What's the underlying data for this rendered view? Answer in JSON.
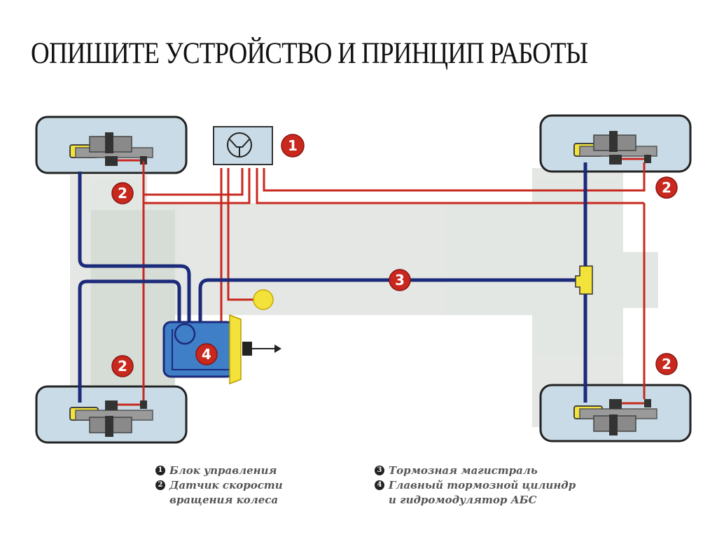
{
  "slide": {
    "title": "ОПИШИТЕ УСТРОЙСТВО И ПРИНЦИП РАБОТЫ"
  },
  "diagram": {
    "subject": "ABS brake system layout",
    "callouts": {
      "control_unit": "1",
      "speed_sensor": "2",
      "brake_line": "3",
      "master_cylinder": "4"
    },
    "colors": {
      "brake_line": "#1c2a7a",
      "sensor_wire": "#c8281e",
      "callout_fill": "#c8281e",
      "wheel_fill": "#c9dbe6",
      "modulator_fill": "#3f7fc8",
      "accent_yellow": "#f2e23a",
      "chassis_ghost": "#d6dbd6"
    }
  },
  "legend": {
    "left": [
      {
        "num": "1",
        "text": "Блок управления"
      },
      {
        "num": "2",
        "text": "Датчик скорости",
        "cont": "вращения колеса"
      }
    ],
    "right": [
      {
        "num": "3",
        "text": "Тормозная магистраль"
      },
      {
        "num": "4",
        "text": "Главный тормозной цилиндр",
        "cont": "и гидромодулятор АБС"
      }
    ]
  }
}
